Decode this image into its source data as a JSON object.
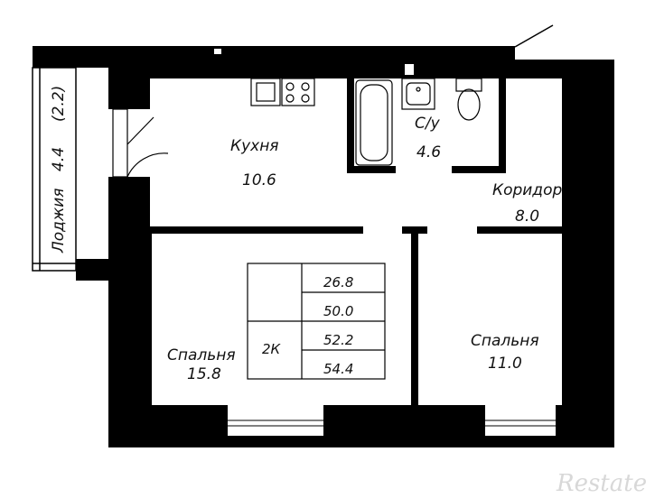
{
  "rooms": {
    "kitchen": {
      "name": "Кухня",
      "area": "10.6"
    },
    "bathroom": {
      "name": "С/у",
      "area": "4.6"
    },
    "corridor": {
      "name": "Коридор",
      "area": "8.0"
    },
    "bedroom_left": {
      "name": "Спальня",
      "area": "15.8"
    },
    "bedroom_right": {
      "name": "Спальня",
      "area": "11.0"
    },
    "loggia": {
      "name": "Лоджия",
      "area": "4.4",
      "reduced_area": "(2.2)"
    }
  },
  "summary_table": {
    "type": "2К",
    "areas": [
      "26.8",
      "50.0",
      "52.2",
      "54.4"
    ]
  },
  "watermark": {
    "text": "Restate"
  }
}
